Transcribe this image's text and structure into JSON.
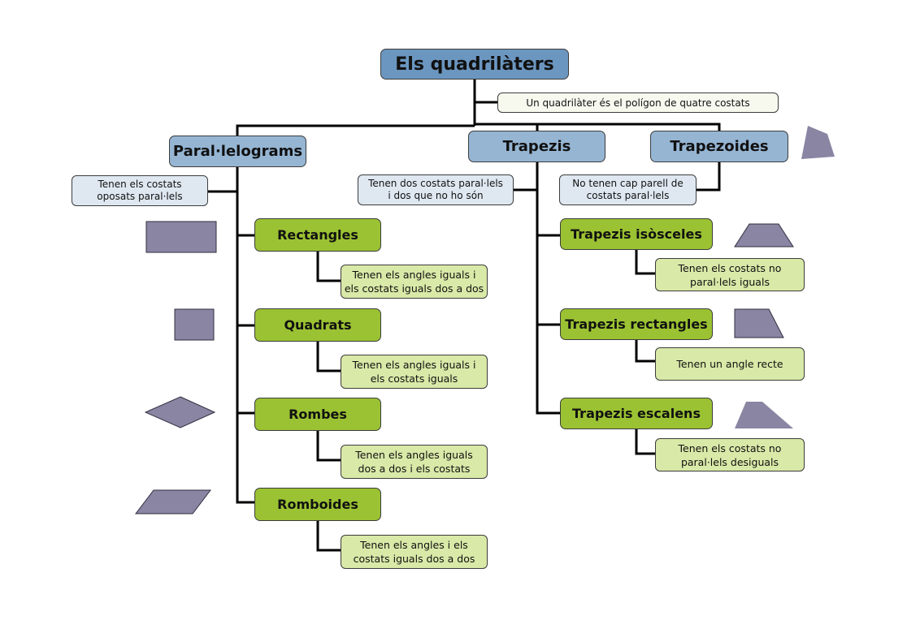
{
  "title": "Els quadrilàters",
  "definition": "Un quadrilàter és el polígon de quatre costats",
  "categories": [
    {
      "label": "Paral·lelograms",
      "note": "Tenen els costats\noposats paral·lels",
      "children": [
        {
          "label": "Rectangles",
          "note": "Tenen els angles iguals i\nels costats iguals dos a dos",
          "shape": "rectangle"
        },
        {
          "label": "Quadrats",
          "note": "Tenen els angles iguals i\nels costats iguals",
          "shape": "square"
        },
        {
          "label": "Rombes",
          "note": "Tenen els angles iguals\ndos a dos i els costats",
          "shape": "rhombus"
        },
        {
          "label": "Romboides",
          "note": "Tenen els angles i els\ncostats iguals dos a dos",
          "shape": "rhomboid"
        }
      ]
    },
    {
      "label": "Trapezis",
      "note": "Tenen dos costats paral·lels\ni dos que no ho són",
      "children": [
        {
          "label": "Trapezis isòsceles",
          "note": "Tenen els costats no\nparal·lels iguals",
          "shape": "isosceles-trapezoid"
        },
        {
          "label": "Trapezis rectangles",
          "note": "Tenen un angle recte",
          "shape": "right-trapezoid"
        },
        {
          "label": "Trapezis escalens",
          "note": "Tenen els costats no\nparal·lels desiguals",
          "shape": "scalene-trapezoid"
        }
      ]
    },
    {
      "label": "Trapezoides",
      "note": "No tenen cap parell de\ncostats paral·lels",
      "shape": "trapezium-irregular"
    }
  ],
  "colors": {
    "root": "#6b96c0",
    "category": "#95b5d3",
    "subcategory": "#9bc232",
    "category_note": "#dfe8f1",
    "sub_note": "#d9e9a8",
    "shape_fill": "#8a85a3",
    "connector": "#000000"
  }
}
